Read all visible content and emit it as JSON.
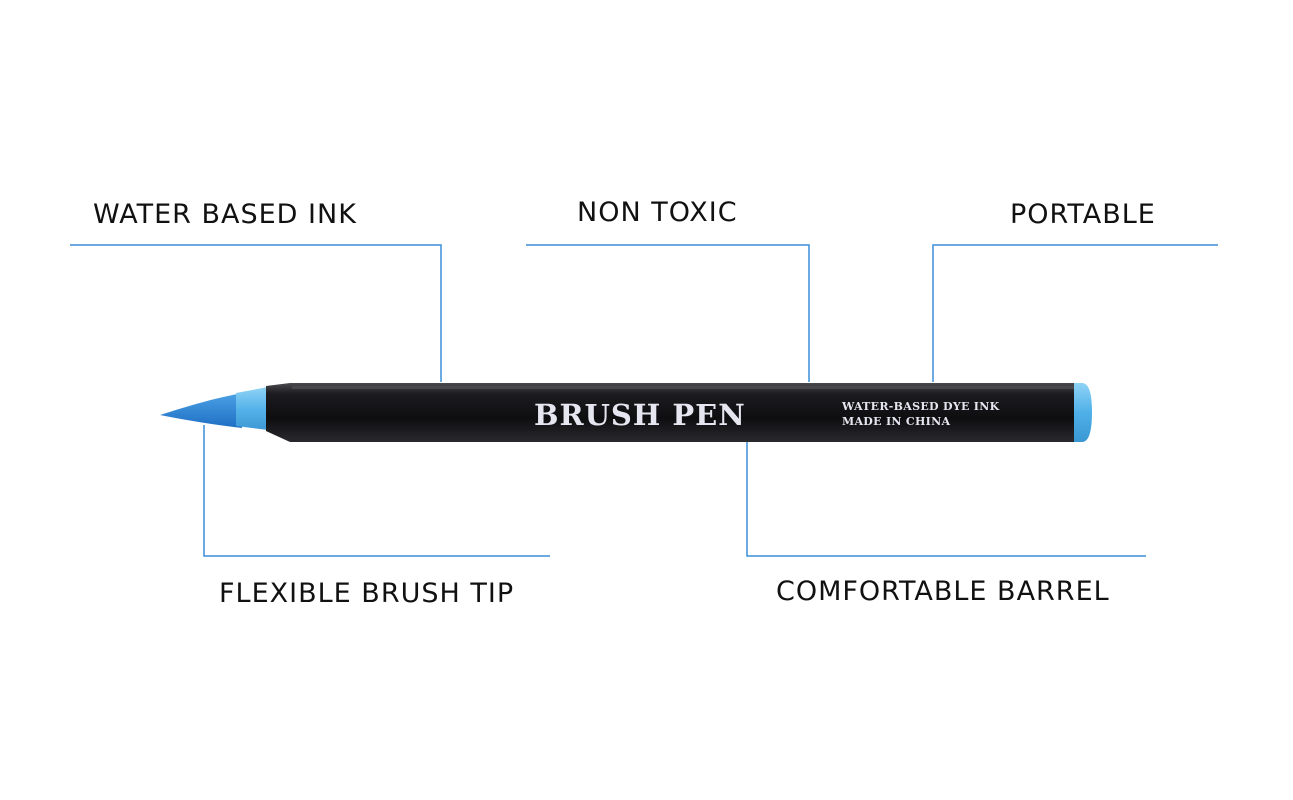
{
  "features": {
    "water_based_ink": "WATER BASED INK",
    "non_toxic": "NON TOXIC",
    "portable": "PORTABLE",
    "flexible_brush_tip": "FLEXIBLE BRUSH TIP",
    "comfortable_barrel": "COMFORTABLE BARREL"
  },
  "pen": {
    "brand_label": "BRUSH PEN",
    "print_line_1": "WATER-BASED DYE INK",
    "print_line_2": "MADE IN CHINA"
  },
  "colors": {
    "callout_line": "#3a8fd8",
    "pen_accent": "#54b3ea",
    "brush_tip": "#2b86d6",
    "barrel": "#151518"
  }
}
